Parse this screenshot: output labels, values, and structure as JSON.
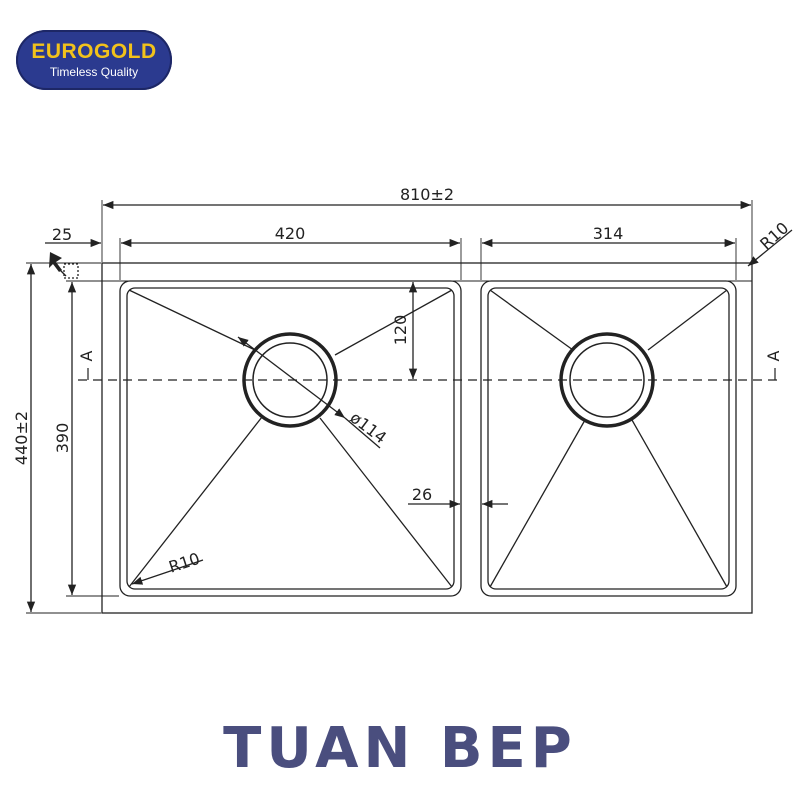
{
  "logo": {
    "brand": "EUROGOLD",
    "tagline": "Timeless Quality"
  },
  "dimensions": {
    "overall_width": "810±2",
    "left_bowl_width": "420",
    "right_bowl_width": "314",
    "flange": "25",
    "outer_radius": "R10",
    "drain_offset": "120",
    "drain_diameter": "ø114",
    "divider_gap": "26",
    "inner_radius": "R10",
    "overall_depth": "440±2",
    "bowl_depth": "390",
    "section_left": "A",
    "section_right": "A"
  },
  "footer": {
    "title": "TUAN BEP"
  },
  "colors": {
    "brand_bg": "#2b3a8f",
    "brand_text": "#f2c21b",
    "footer_text": "#4a4e7e"
  }
}
